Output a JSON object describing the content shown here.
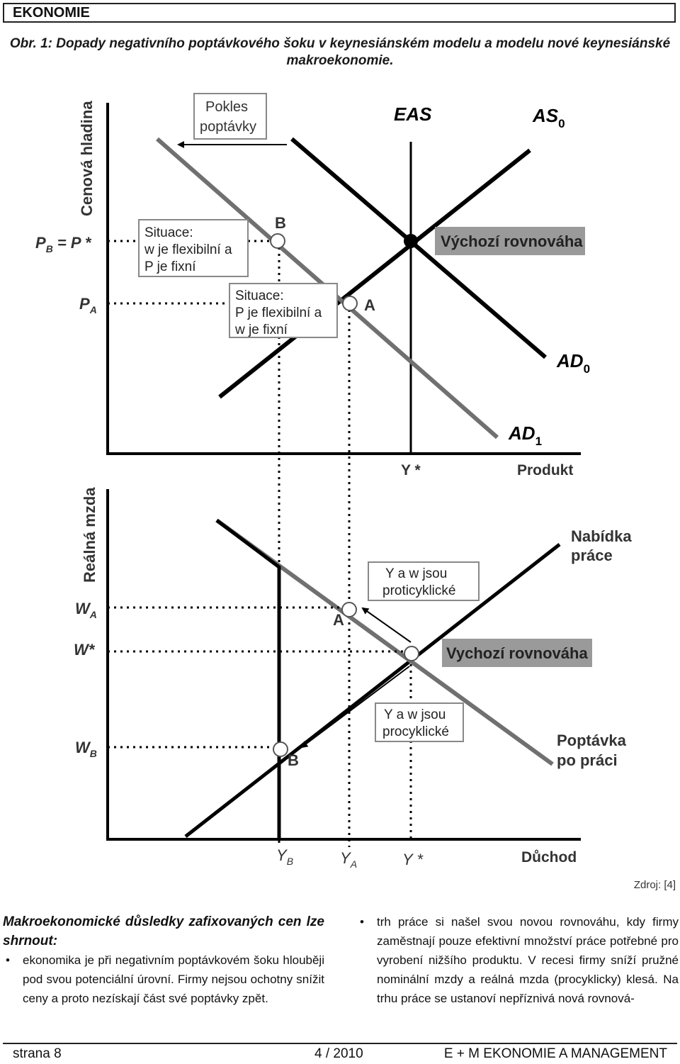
{
  "section_tag": "EKONOMIE",
  "caption": "Obr. 1: Dopady negativního poptávkového šoku v keynesiánském modelu a  modelu nové keynesiánské makroekonomie.",
  "source": "Zdroj: [4]",
  "figure": {
    "top_panel": {
      "y_axis_label": "Cenová hladina",
      "x_axis_label": "Produkt",
      "y_ticks": {
        "pb_eq_pstar": {
          "main": "P",
          "sub": "B",
          "rest": " = P *"
        },
        "pa": {
          "main": "P",
          "sub": "A"
        }
      },
      "x_ticks": {
        "ystar": "Y *"
      },
      "curves": {
        "eas": "EAS",
        "as0": {
          "main": "AS",
          "sub": "0"
        },
        "ad0": {
          "main": "AD",
          "sub": "0"
        },
        "ad1": {
          "main": "AD",
          "sub": "1"
        }
      },
      "points": {
        "a": "A",
        "b": "B"
      },
      "boxes": {
        "demand_drop": [
          "Pokles",
          "poptávky"
        ],
        "situation_b": [
          "Situace:",
          "w je flexibilní a",
          "P je fixní"
        ],
        "situation_a": [
          "Situace:",
          "P je flexibilní a",
          "w je fixní"
        ],
        "initial_eq": "Výchozí rovnováha"
      }
    },
    "bottom_panel": {
      "y_axis_label": "Reálná mzda",
      "x_axis_label": "Důchod",
      "y_ticks": {
        "wa": {
          "main": "W",
          "sub": "A"
        },
        "wstar": "W*",
        "wb": {
          "main": "W",
          "sub": "B"
        }
      },
      "x_ticks": {
        "yb": {
          "main": "Y",
          "sub": "B"
        },
        "ya": {
          "main": "Y",
          "sub": "A"
        },
        "ystar": "Y *"
      },
      "curves": {
        "supply": [
          "Nabídka",
          "práce"
        ],
        "demand": [
          "Poptávka",
          "po práci"
        ]
      },
      "points": {
        "a": "A",
        "b": "B"
      },
      "boxes": {
        "countercyclical": [
          "Y a w jsou",
          "proticyklické"
        ],
        "procyclical": [
          "Y a w jsou",
          "procyklické"
        ],
        "initial_eq": "Vychozí rovnováha"
      }
    }
  },
  "text": {
    "heading": "Makroekonomické důsledky zafixovaných cen lze shrnout:",
    "left_bullets": [
      "ekonomika je při negativním poptávkovém šoku hlouběji pod svou potenciální úrovní. Firmy nejsou ochotny snížit ceny a proto nezískají část své poptávky zpět."
    ],
    "right_bullets": [
      "trh práce si našel svou novou rovnováhu, kdy firmy zaměstnají pouze efektivní množství práce potřebné pro vyrobení nižšího produktu. V recesi firmy sníží pružné nominální mzdy a reálná mzda (procyklicky) klesá. Na trhu práce se ustanoví nepříznivá nová rovnová-"
    ]
  },
  "footer": {
    "page": "strana  8",
    "issue": "4 / 2010",
    "journal": "E + M EKONOMIE A MANAGEMENT"
  },
  "colors": {
    "black": "#000000",
    "gray_curve": "#707070",
    "label_box_bg": "#9a9a9a",
    "box_border": "#888888"
  }
}
